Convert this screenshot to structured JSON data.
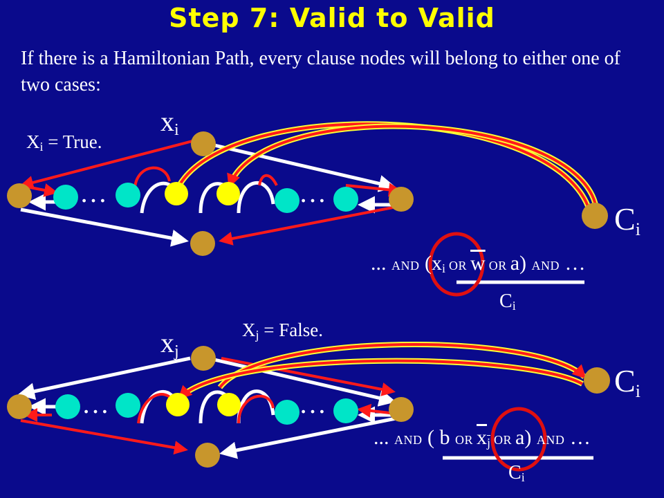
{
  "slide": {
    "title": "Step 7: Valid to Valid",
    "intro": "If there is a Hamiltonian Path,  every clause nodes will belong to either one of two cases:"
  },
  "case_true": {
    "var_main": "x",
    "var_sub": "i",
    "note_var": "X",
    "note_sub": "i",
    "note_rest": " = True.",
    "clause_main": "C",
    "clause_sub": "i",
    "formula": {
      "lead": "... ",
      "and1": "AND",
      "open": " (x",
      "x_sub": "i",
      "or1": " OR ",
      "neg_var": "w",
      "or2": " OR ",
      "tail": "a) ",
      "and2": "AND",
      "end": " …"
    },
    "under_main": "C",
    "under_sub": "i"
  },
  "case_false": {
    "var_main": "x",
    "var_sub": "j",
    "note_var": "X",
    "note_sub": "j",
    "note_rest": " = False.",
    "clause_main": "C",
    "clause_sub": "i",
    "formula": {
      "lead": "... ",
      "and1": "AND",
      "open": " ( b ",
      "or1": "OR ",
      "neg_var": "x",
      "neg_sub": "j",
      "or2": " OR ",
      "tail": "a) ",
      "and2": "AND",
      "end": " …"
    },
    "under_main": "C",
    "under_sub": "i"
  },
  "colors": {
    "background": "#0a0a8c",
    "title": "#ffff00",
    "text": "#ffffff",
    "end_node": "#c8962c",
    "chain_node": "#00e5c8",
    "clause_node": "#ffff00",
    "path_red": "#ff1a1a",
    "path_yellow": "#ffff33",
    "circle_highlight": "#e01010"
  },
  "icons": {
    "ellipsis": "…"
  }
}
